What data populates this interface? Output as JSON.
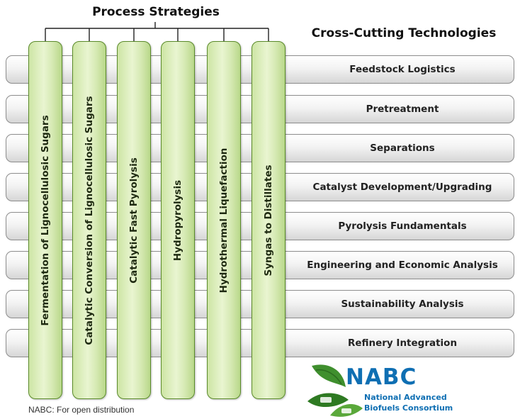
{
  "process_title": "Process Strategies",
  "cross_title": "Cross-Cutting Technologies",
  "process_strategies": [
    "Fermentation of Lignocellulosic Sugars",
    "Catalytic Conversion of Lignocellulosic Sugars",
    "Catalytic Fast Pyrolysis",
    "Hydropyrolysis",
    "Hydrothermal Liquefaction",
    "Syngas to Distillates"
  ],
  "cross_cutting": [
    "Feedstock Logistics",
    "Pretreatment",
    "Separations",
    "Catalyst Development/Upgrading",
    "Pyrolysis Fundamentals",
    "Engineering and Economic Analysis",
    "Sustainability Analysis",
    "Refinery Integration"
  ],
  "footer": "NABC: For open distribution",
  "logo": {
    "acronym": "NABC",
    "line1": "National Advanced",
    "line2": "Biofuels Consortium",
    "icon": "nabc-logo-icon"
  },
  "colors": {
    "column_border": "#5a8a2a",
    "column_fill": "#d7eab5",
    "bar_border": "#8c8c8c",
    "logo_blue": "#0f6fb3",
    "logo_green": "#3f8f2e"
  }
}
